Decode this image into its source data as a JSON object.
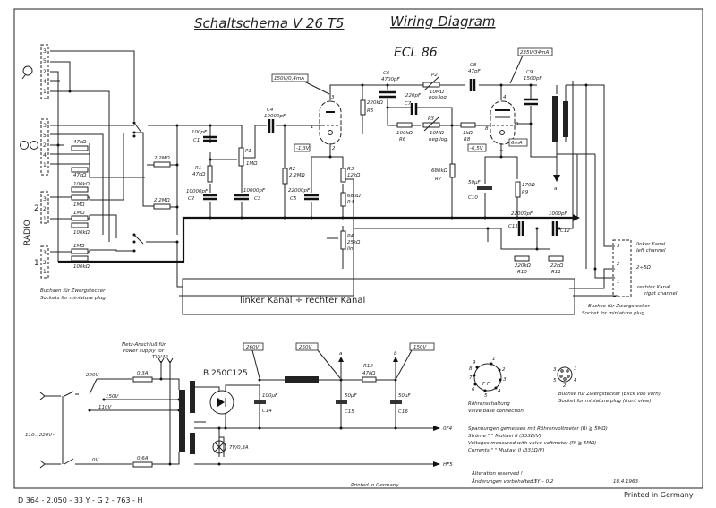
{
  "title": {
    "german": "Schaltschema  V 26 T5",
    "english": "Wiring Diagram"
  },
  "tube": "ECL 86",
  "input_sockets": {
    "mic_pins": [
      "3",
      "5",
      "2",
      "4",
      "1"
    ],
    "tape_pins": [
      "3",
      "5",
      "2",
      "4",
      "1"
    ],
    "radio2_pins": [
      "3",
      "2",
      "1"
    ],
    "radio1_pins": [
      "3",
      "2",
      "1"
    ],
    "radio_label": "RADIO",
    "radio2_number": "2",
    "radio1_number": "1",
    "note_de": "Buchsen für Zwergstecker",
    "note_en": "Sockets for miniature plug"
  },
  "input_resistors": [
    "47kΩ",
    "47kΩ",
    "100kΩ",
    "1MΩ",
    "1MΩ",
    "100kΩ",
    "1MΩ",
    "100kΩ",
    "2,2MΩ",
    "2,2MΩ"
  ],
  "components": {
    "C1": {
      "name": "C1",
      "value": "100pF"
    },
    "R1": {
      "name": "R1",
      "value": "47kΩ"
    },
    "C2": {
      "name": "C2",
      "value": "10000pF"
    },
    "P1": {
      "name": "P1",
      "value": "1MΩ"
    },
    "C3": {
      "name": "C3",
      "value": "10000pF"
    },
    "C4": {
      "name": "C4",
      "value": "10000pF"
    },
    "R2": {
      "name": "R2",
      "value": "2,2MΩ"
    },
    "C5": {
      "name": "C5",
      "value": "22000pF"
    },
    "R3": {
      "name": "R3",
      "value": "12kΩ"
    },
    "R4": {
      "name": "R4",
      "value": "680Ω"
    },
    "P4": {
      "name": "P4",
      "value": "25kΩ",
      "type": "lin."
    },
    "R5": {
      "name": "R5",
      "value": "220kΩ"
    },
    "C6": {
      "name": "C6",
      "value": "4700pF"
    },
    "P2": {
      "name": "P2",
      "value": "10MΩ",
      "type": "pos.log."
    },
    "C7": {
      "name": "C7",
      "value": "220pF"
    },
    "C8": {
      "name": "C8",
      "value": "47pF"
    },
    "R6": {
      "name": "R6",
      "value": "100kΩ"
    },
    "P3": {
      "name": "P3",
      "value": "10MΩ",
      "type": "neg.log."
    },
    "R8": {
      "name": "R8",
      "value": "1kΩ"
    },
    "C9": {
      "name": "C9",
      "value": "1500pF"
    },
    "R7": {
      "name": "R7",
      "value": "680kΩ"
    },
    "C10": {
      "name": "C10",
      "value": "50µF"
    },
    "R9": {
      "name": "R9",
      "value": "170Ω"
    },
    "C11": {
      "name": "C11",
      "value": "22000pF"
    },
    "C12": {
      "name": "C12",
      "value": "1000pF"
    },
    "R10": {
      "name": "R10",
      "value": "220kΩ"
    },
    "R11": {
      "name": "R11",
      "value": "22kΩ"
    },
    "C14": {
      "name": "C14",
      "value": "100µF"
    },
    "C15": {
      "name": "C15",
      "value": "50µF"
    },
    "C16": {
      "name": "C16",
      "value": "50µF"
    },
    "R12": {
      "name": "R12",
      "value": "47kΩ"
    }
  },
  "measurements": {
    "v1_anode": "150V/0,4mA",
    "v1_cathode": "-1,3V",
    "v2_anode": "235V/34mA",
    "v2_grid": "-6,5V",
    "v2_screen": "6mA",
    "psu_260": "260V",
    "psu_250": "250V",
    "psu_150": "150V"
  },
  "pins": {
    "t1_anode": "3",
    "t1_grid": "1",
    "t1_cathode": "2",
    "t2_anode": "4",
    "t2_grid": "8",
    "t2_screen": "3",
    "t2_cathode": "+"
  },
  "nodes": {
    "a": "a",
    "b": "b"
  },
  "channel_box": "linker Kanal ÷ rechter Kanal",
  "output_socket": {
    "pins": [
      "3",
      "2",
      "1"
    ],
    "left_de": "linker Kanal",
    "left_en": "left channel",
    "impedance": "2÷5Ω",
    "right_de": "rechter Kanal",
    "right_en": "right channel",
    "note_de": "Buchse für Zwergstecker",
    "note_en": "Socket for miniature plug"
  },
  "power_supply": {
    "mains_note_de": "Netz-Anschluß für",
    "mains_note_en": "Power supply for",
    "mains_model": "TVV42",
    "tap_220": "220V",
    "tap_150": "150V",
    "tap_110": "110V",
    "tap_0": "0V",
    "fuse1": "0,3A",
    "fuse2": "0,6A",
    "mains_input": "110...220V~",
    "rectifier": "B 250C125",
    "lamp": "7V/0,3A",
    "out1": "0F4",
    "out2": "HF5",
    "printed_small": "Printed in Germany"
  },
  "valve_base": {
    "pins": [
      "9",
      "1",
      "2",
      "3",
      "4",
      "5",
      "6",
      "7",
      "8"
    ],
    "filament": "F F",
    "label_de": "Röhrenschaltung",
    "label_en": "Valve base connection"
  },
  "socket_view": {
    "pins": [
      "3",
      "1",
      "5",
      "4",
      "2"
    ],
    "label_de": "Buchse für Zwergstecker (Blick von vorn)",
    "label_en": "Socket for miniature plug (front view)"
  },
  "notes": {
    "line1": "Spannungen gemessen mit Röhrenvoltmeter (Ri ≧ 5MΩ)",
    "line2": "Ströme          \"          \"   Multavi II (333Ω/V)",
    "line3": "Voltages measured with valve voltmeter (Ri ≧ 5MΩ)",
    "line4": "Currents          \"          \"   Multavi II (333Ω/V)",
    "alteration_en": "Alteration reserved !",
    "alteration_de": "Änderungen vorbehalten !",
    "code": "33Y – 0.2",
    "date": "18.4.1963"
  },
  "footer": {
    "doc_number": "D 364 - 2.050 - 33 Y - G 2 - 763 - H",
    "printed": "Printed in Germany"
  }
}
